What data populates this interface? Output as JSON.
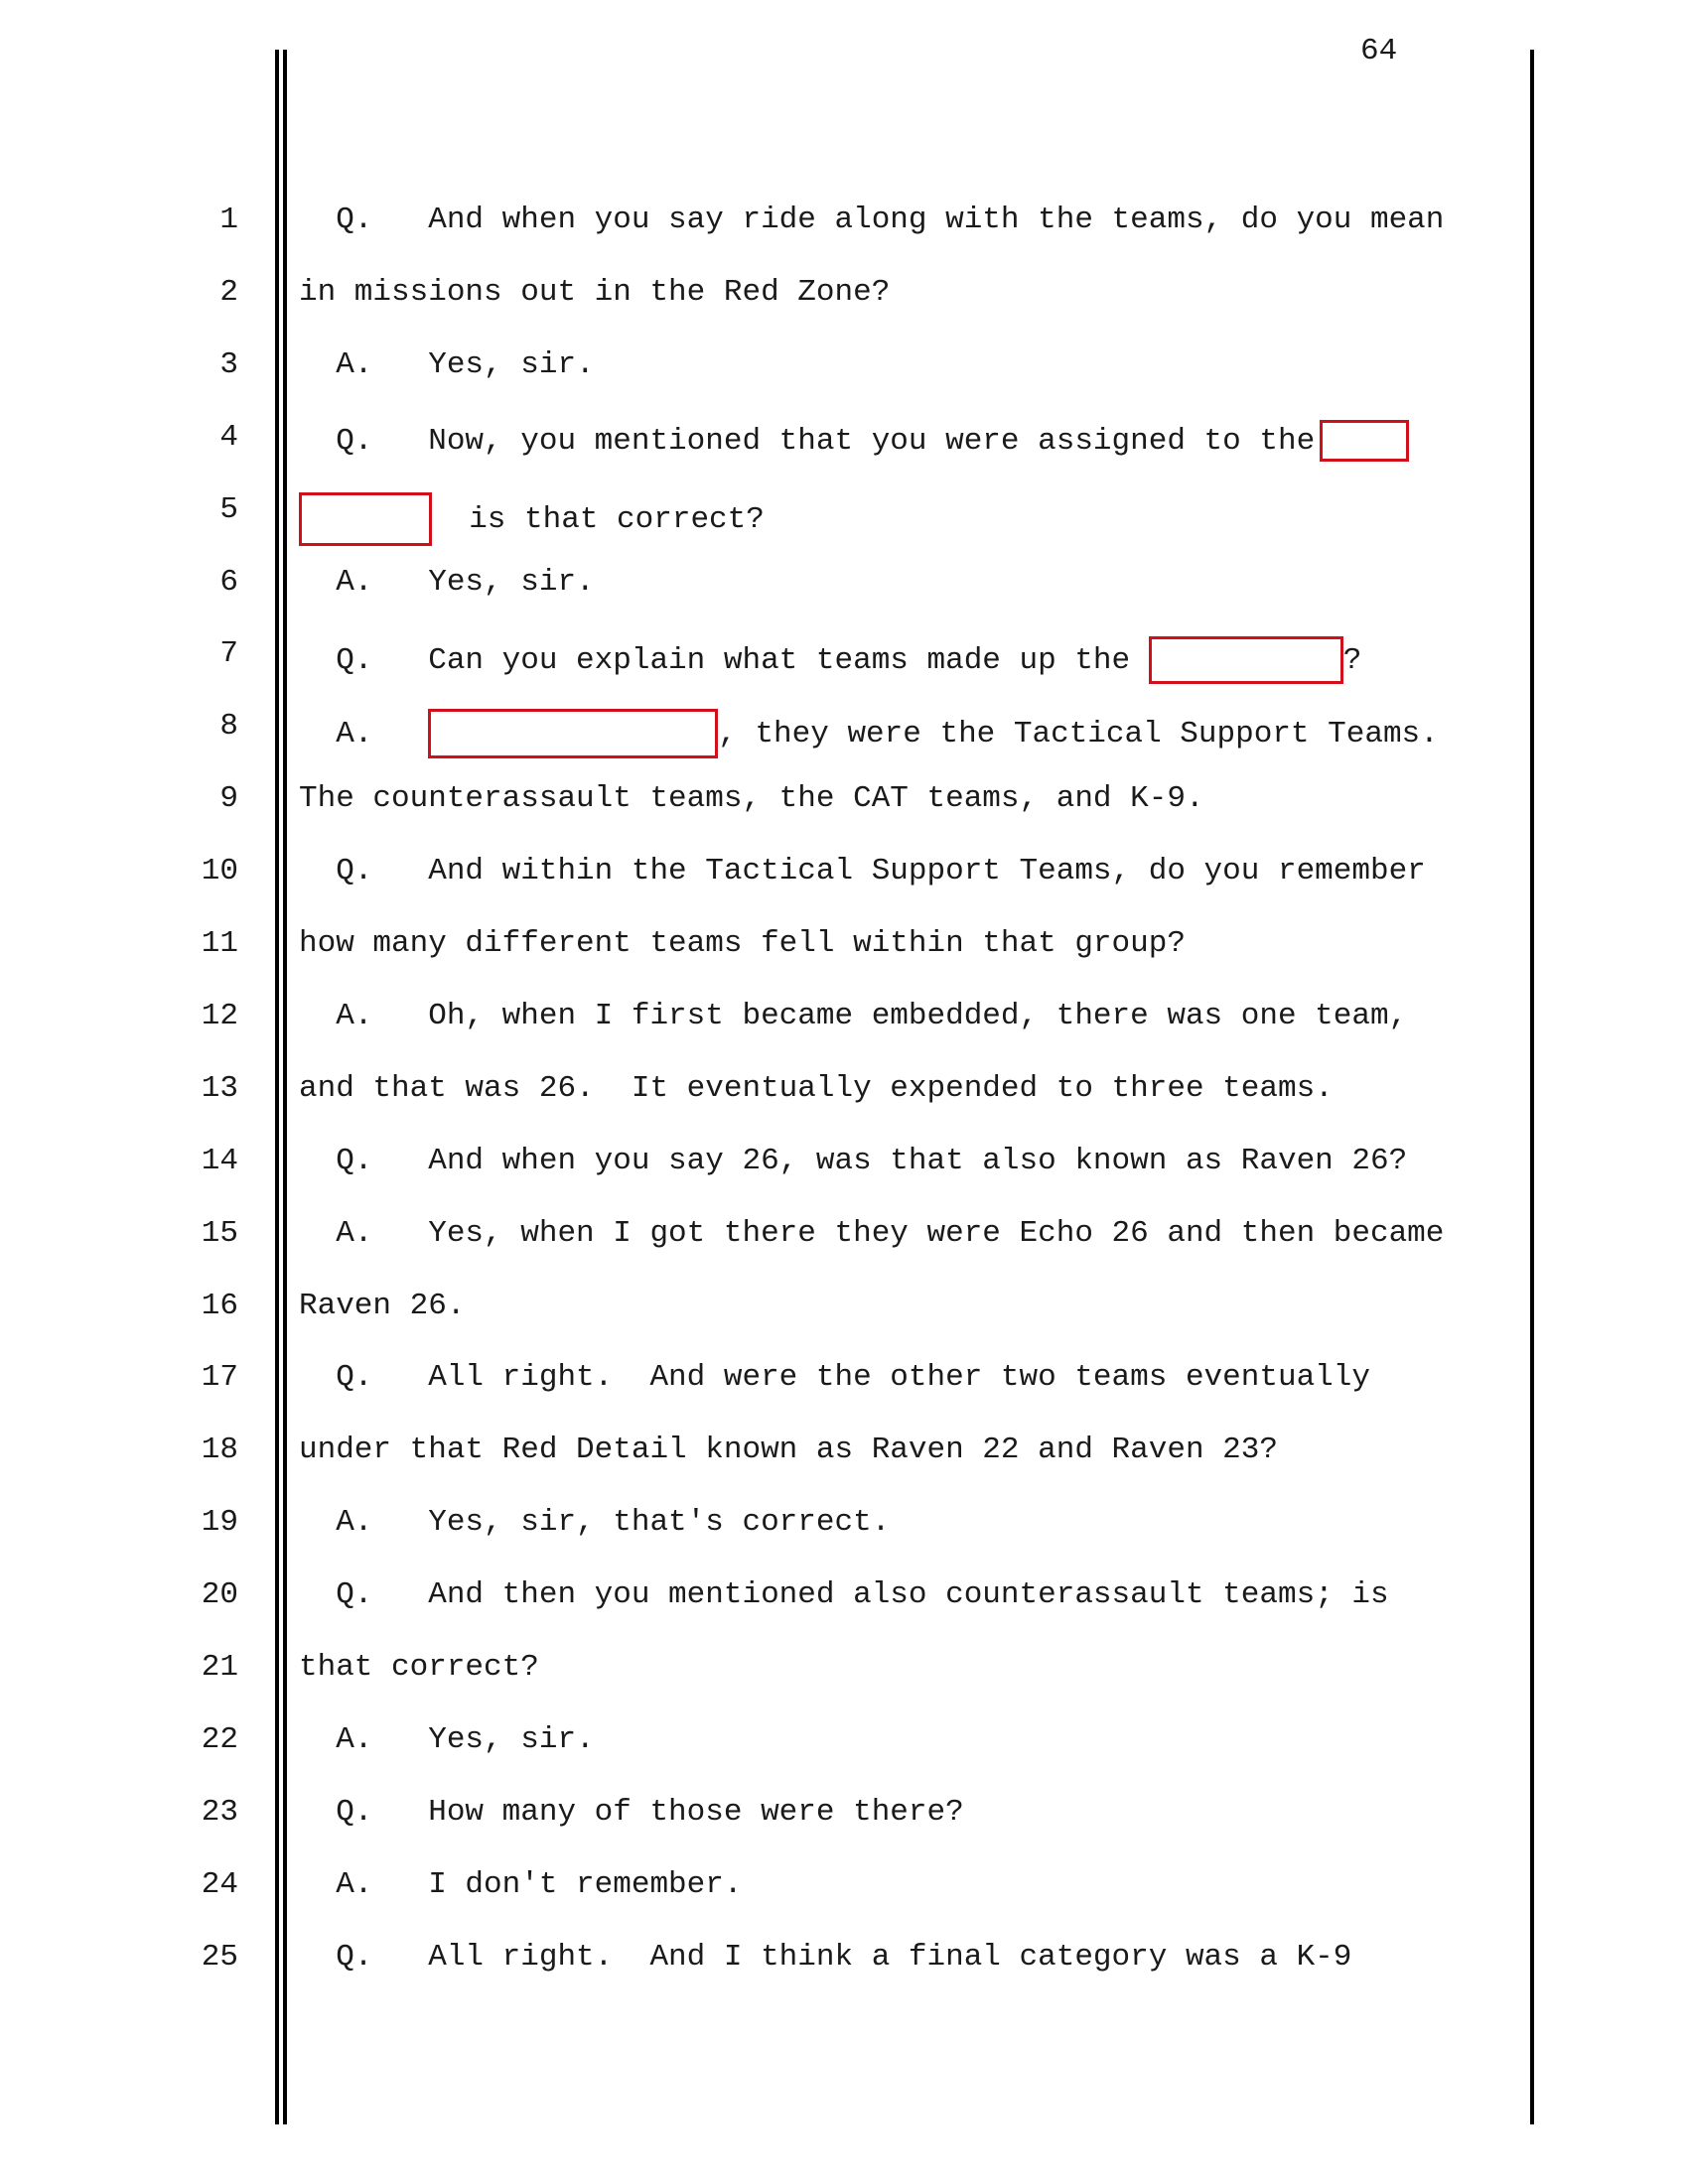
{
  "page_number": "64",
  "redaction_color": "#d0101a",
  "lines": [
    {
      "num": "1",
      "parts": [
        "  Q.   And when you say ride along with the teams, do you mean"
      ]
    },
    {
      "num": "2",
      "parts": [
        "in missions out in the Red Zone?"
      ]
    },
    {
      "num": "3",
      "parts": [
        "  A.   Yes, sir."
      ]
    },
    {
      "num": "4",
      "parts": [
        "  Q.   Now, you mentioned that you were assigned to the ",
        "[R]"
      ]
    },
    {
      "num": "5",
      "parts": [
        "[R]",
        "  is that correct?"
      ]
    },
    {
      "num": "6",
      "parts": [
        "  A.   Yes, sir."
      ]
    },
    {
      "num": "7",
      "parts": [
        "  Q.   Can you explain what teams made up the ",
        "[R]",
        "?"
      ]
    },
    {
      "num": "8",
      "parts": [
        "  A.   ",
        "[R]",
        ", they were the Tactical Support Teams."
      ]
    },
    {
      "num": "9",
      "parts": [
        "The counterassault teams, the CAT teams, and K-9."
      ]
    },
    {
      "num": "10",
      "parts": [
        "  Q.   And within the Tactical Support Teams, do you remember"
      ]
    },
    {
      "num": "11",
      "parts": [
        "how many different teams fell within that group?"
      ]
    },
    {
      "num": "12",
      "parts": [
        "  A.   Oh, when I first became embedded, there was one team,"
      ]
    },
    {
      "num": "13",
      "parts": [
        "and that was 26.  It eventually expended to three teams."
      ]
    },
    {
      "num": "14",
      "parts": [
        "  Q.   And when you say 26, was that also known as Raven 26?"
      ]
    },
    {
      "num": "15",
      "parts": [
        "  A.   Yes, when I got there they were Echo 26 and then became"
      ]
    },
    {
      "num": "16",
      "parts": [
        "Raven 26."
      ]
    },
    {
      "num": "17",
      "parts": [
        "  Q.   All right.  And were the other two teams eventually"
      ]
    },
    {
      "num": "18",
      "parts": [
        "under that Red Detail known as Raven 22 and Raven 23?"
      ]
    },
    {
      "num": "19",
      "parts": [
        "  A.   Yes, sir, that's correct."
      ]
    },
    {
      "num": "20",
      "parts": [
        "  Q.   And then you mentioned also counterassault teams; is"
      ]
    },
    {
      "num": "21",
      "parts": [
        "that correct?"
      ]
    },
    {
      "num": "22",
      "parts": [
        "  A.   Yes, sir."
      ]
    },
    {
      "num": "23",
      "parts": [
        "  Q.   How many of those were there?"
      ]
    },
    {
      "num": "24",
      "parts": [
        "  A.   I don't remember."
      ]
    },
    {
      "num": "25",
      "parts": [
        "  Q.   All right.  And I think a final category was a K-9"
      ]
    }
  ]
}
